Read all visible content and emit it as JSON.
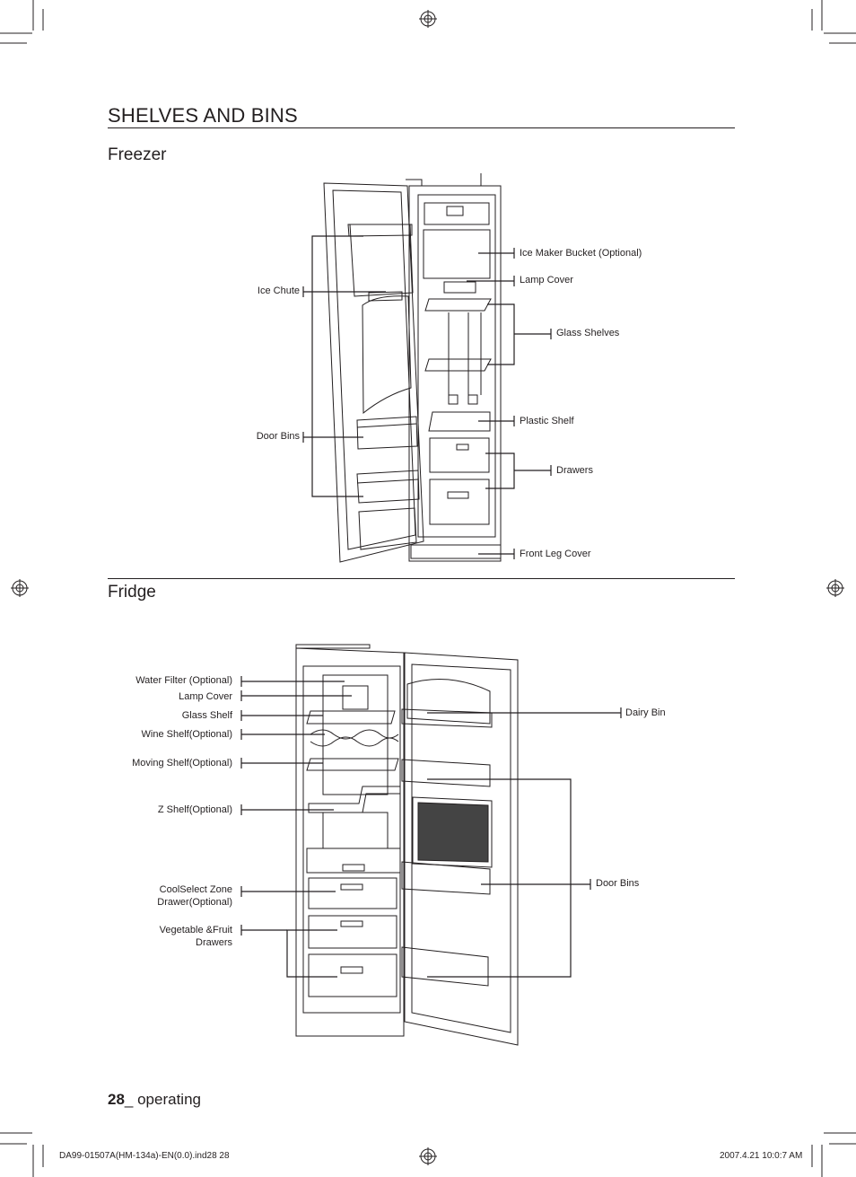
{
  "page": {
    "title": "SHELVES AND BINS",
    "page_number": "28",
    "section": "_ operating",
    "slug_left": "DA99-01507A(HM-134a)-EN(0.0).ind28   28",
    "slug_right": "2007.4.21   10:0:7 AM"
  },
  "freezer": {
    "heading": "Freezer",
    "labels": {
      "ice_maker": "Ice Maker Bucket (Optional)",
      "lamp_cover": "Lamp Cover",
      "glass_shelves": "Glass Shelves",
      "plastic_shelf": "Plastic Shelf",
      "drawers": "Drawers",
      "front_leg_cover": "Front Leg Cover",
      "ice_chute": "Ice Chute",
      "door_bins": "Door Bins"
    }
  },
  "fridge": {
    "heading": "Fridge",
    "labels": {
      "water_filter": "Water Filter (Optional)",
      "lamp_cover": "Lamp Cover",
      "glass_shelf": "Glass Shelf",
      "wine_shelf": "Wine Shelf(Optional)",
      "moving_shelf": "Moving Shelf(Optional)",
      "z_shelf": "Z Shelf(Optional)",
      "coolselect_1": "CoolSelect Zone",
      "coolselect_2": "Drawer(Optional)",
      "vegetable_1": "Vegetable &Fruit",
      "vegetable_2": "Drawers",
      "dairy_bin": "Dairy Bin",
      "door_bins": "Door Bins"
    }
  }
}
